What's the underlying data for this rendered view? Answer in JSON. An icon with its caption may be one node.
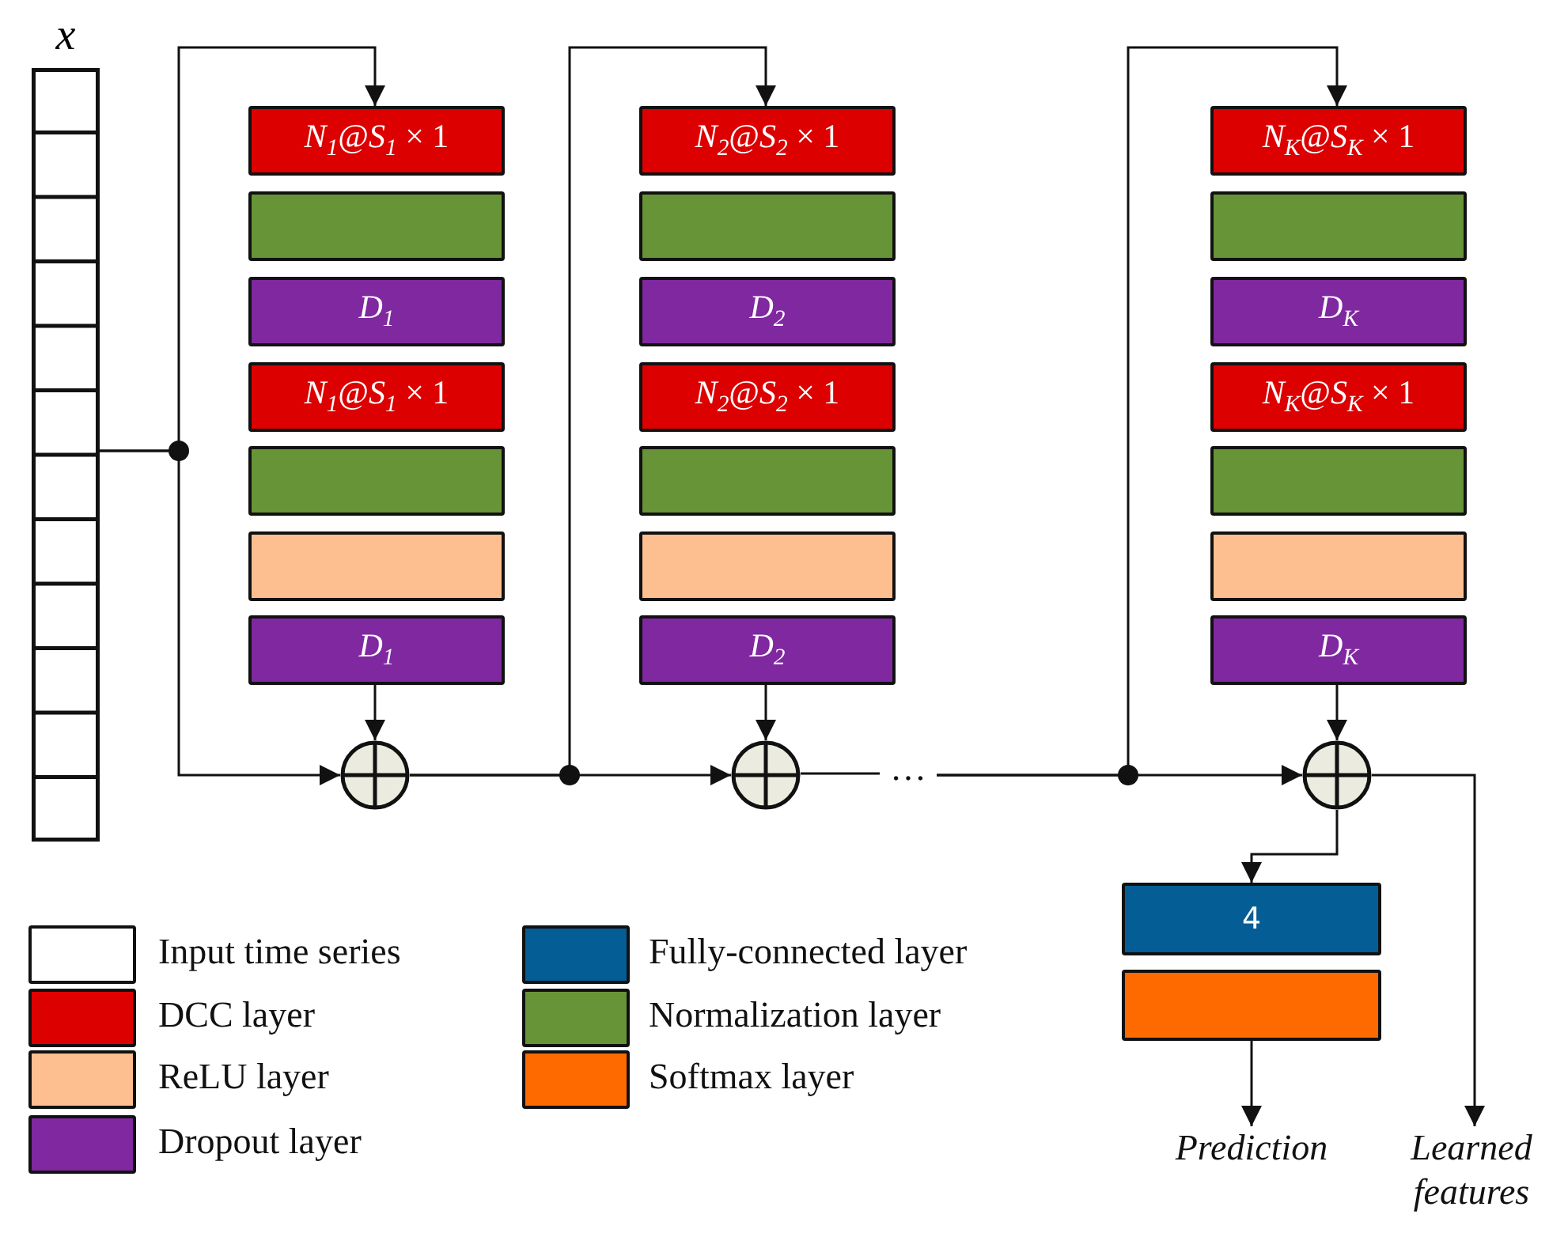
{
  "diagram": {
    "nodes": [
      {
        "text": [
          "x"
        ]
      },
      {
        "text": [
          "*N*$_{1}$@*S*$_{1}$ × 1"
        ]
      },
      {
        "text": [],
        "shape": "box"
      },
      {
        "text": [
          "*D*$_{1}$"
        ]
      },
      {
        "text": [
          "*N*$_{1}$@*S*$_{1}$ × 1"
        ]
      },
      {
        "text": [],
        "shape": "box"
      },
      {
        "text": [],
        "shape": "box"
      },
      {
        "text": [
          "*D*$_{1}$"
        ]
      },
      {
        "text": [
          "*N*$_{2}$@*S*$_{2}$ × 1"
        ]
      },
      {
        "text": [],
        "shape": "box"
      },
      {
        "text": [
          "*D*$_{2}$"
        ]
      },
      {
        "text": [
          "*N*$_{2}$@*S*$_{2}$ × 1"
        ]
      },
      {
        "text": [],
        "shape": "box"
      },
      {
        "text": [],
        "shape": "box"
      },
      {
        "text": [
          "*D*$_{2}$"
        ]
      },
      {
        "text": [
          "*N*$_{K}$@*S*$_{K}$ × 1"
        ]
      },
      {
        "text": [],
        "shape": "box"
      },
      {
        "text": [
          "*D*$_{K}$"
        ]
      },
      {
        "text": [
          "*N*$_{K}$@*S*$_{K}$ × 1"
        ]
      },
      {
        "text": [],
        "shape": "box"
      },
      {
        "text": [],
        "shape": "box"
      },
      {
        "text": [
          "*D*$_{K}$"
        ]
      },
      {
        "text": [],
        "shape": "circle"
      },
      {
        "text": [],
        "shape": "circle"
      },
      {
        "text": [
          "…"
        ]
      },
      {
        "text": [],
        "shape": "circle"
      },
      {
        "text": [
          "4"
        ]
      },
      {
        "text": [],
        "shape": "box"
      },
      {
        "text": [
          "Prediction"
        ]
      },
      {
        "text": [
          "Learned features"
        ]
      }
    ],
    "edges": [
      {
        "from": 0,
        "to": 1,
        "arrow": "to"
      },
      {
        "from": 0,
        "to": 22,
        "arrow": "to"
      },
      {
        "from": 7,
        "to": 22,
        "arrow": "to"
      },
      {
        "from": 14,
        "to": 23,
        "arrow": "to"
      },
      {
        "from": 21,
        "to": 25,
        "arrow": "to"
      },
      {
        "from": 22,
        "to": 8,
        "arrow": "to"
      },
      {
        "from": 22,
        "to": 23,
        "arrow": "to"
      },
      {
        "from": 23,
        "to": 24,
        "arrow": "none"
      },
      {
        "from": 24,
        "to": 15,
        "arrow": "to"
      },
      {
        "from": 24,
        "to": 25,
        "arrow": "to"
      },
      {
        "from": 25,
        "to": 26,
        "arrow": "to"
      },
      {
        "from": 27,
        "to": 28,
        "arrow": "to"
      },
      {
        "from": 25,
        "to": 29,
        "arrow": "to"
      }
    ],
    "legend": [
      {
        "text": "Input time series",
        "color": "#ffffff"
      },
      {
        "text": "Fully-connected layer",
        "color": "#045d94"
      },
      {
        "text": "DCC layer",
        "color": "#dd0000"
      },
      {
        "text": "Normalization layer",
        "color": "#679436"
      },
      {
        "text": "ReLU layer",
        "color": "#fdbf8f"
      },
      {
        "text": "Softmax layer",
        "color": "#ff6a00"
      },
      {
        "text": "Dropout layer",
        "color": "#7f28a0"
      }
    ]
  }
}
